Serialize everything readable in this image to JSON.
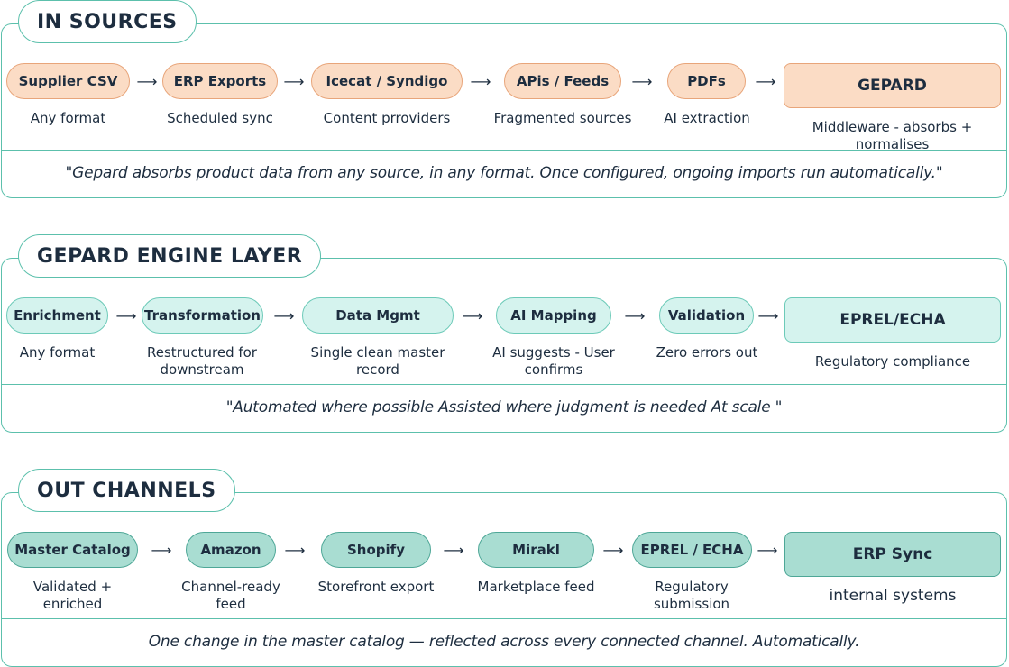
{
  "sources": {
    "tab": "IN SOURCES",
    "nodes": [
      {
        "label": "Supplier CSV",
        "caption": "Any format"
      },
      {
        "label": "ERP Exports",
        "caption": "Scheduled sync"
      },
      {
        "label": "Icecat / Syndigo",
        "caption": "Content prroviders"
      },
      {
        "label": "APis / Feeds",
        "caption": "Fragmented sources"
      },
      {
        "label": "PDFs",
        "caption": "AI extraction"
      },
      {
        "label": "GEPARD",
        "caption": "Middleware - absorbs + normalises"
      }
    ],
    "quote": "\"Gepard absorbs product data from any source, in any format. Once configured, ongoing imports run automatically.\""
  },
  "engine": {
    "tab": "GEPARD ENGINE LAYER",
    "nodes": [
      {
        "label": "Enrichment",
        "caption": "Any format"
      },
      {
        "label": "Transformation",
        "caption": "Restructured for downstream"
      },
      {
        "label": "Data Mgmt",
        "caption": "Single clean master record"
      },
      {
        "label": "AI Mapping",
        "caption": "AI suggests - User confirms"
      },
      {
        "label": "Validation",
        "caption": "Zero errors out"
      },
      {
        "label": "EPREL/ECHA",
        "caption": "Regulatory compliance"
      }
    ],
    "quote": "\"Automated where possible Assisted where judgment is needed At scale \""
  },
  "channels": {
    "tab": "OUT CHANNELS",
    "nodes": [
      {
        "label": "Master Catalog",
        "caption": "Validated + enriched"
      },
      {
        "label": "Amazon",
        "caption": "Channel-ready feed"
      },
      {
        "label": "Shopify",
        "caption": "Storefront export"
      },
      {
        "label": "Mirakl",
        "caption": "Marketplace feed"
      },
      {
        "label": "EPREL / ECHA",
        "caption": "Regulatory submission"
      },
      {
        "label": "ERP Sync",
        "caption": "internal systems"
      }
    ],
    "quote": "One change in the master catalog — reflected across every connected channel. Automatically."
  },
  "arrow_glyph": "⟶",
  "colors": {
    "border": "#5cc0ac",
    "sources_fill": "#fbdcc5",
    "engine_fill": "#d5f3ee",
    "channels_fill": "#a9ddd2",
    "text": "#1d2d3f"
  }
}
